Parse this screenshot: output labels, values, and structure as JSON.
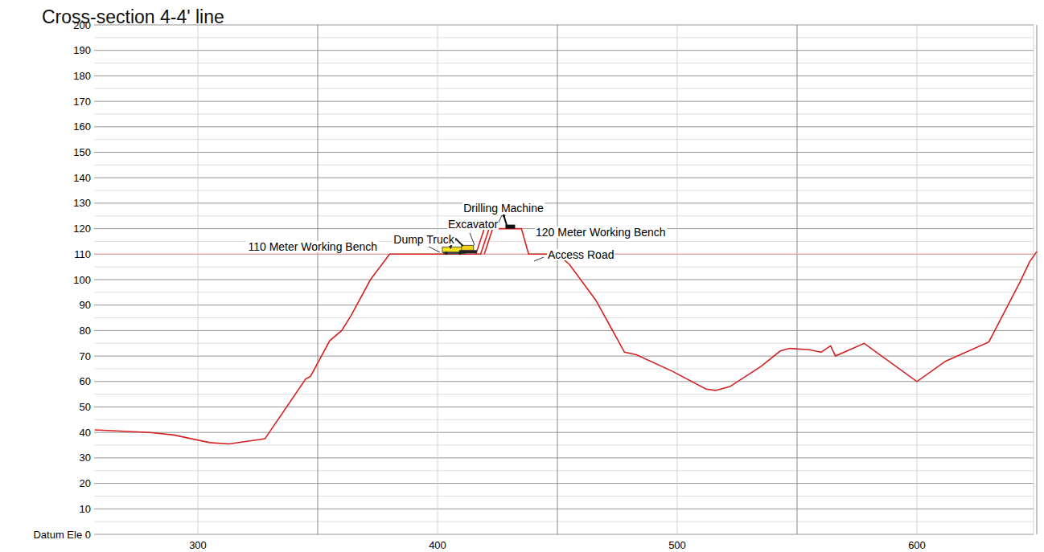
{
  "diagram": {
    "title": "Cross-section 4-4' line",
    "labels": [
      "200",
      "190",
      "180",
      "170",
      "160",
      "150",
      "140",
      "130",
      "120",
      "110",
      "100",
      "90",
      "80",
      "70",
      "60",
      "50",
      "40",
      "30",
      "20",
      "10",
      "Datum Ele 0",
      "300",
      "400",
      "500",
      "600",
      "Drilling Machine",
      "Excavator",
      "Dump Truck",
      "120 Meter Working Bench",
      "110 Meter Working Bench",
      "Access Road"
    ]
  }
}
